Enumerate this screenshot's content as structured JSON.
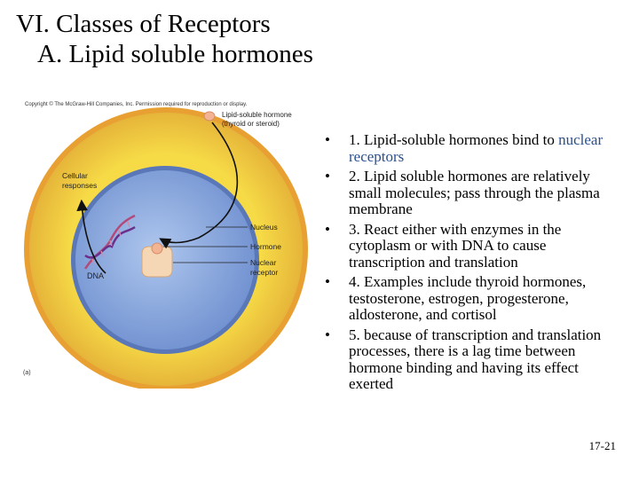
{
  "title": {
    "line1": "VI.  Classes of Receptors",
    "line2": "A.  Lipid soluble hormones"
  },
  "figure": {
    "copyright": "Copyright © The McGraw-Hill Companies, Inc. Permission required for reproduction or display.",
    "hormone_label_1": "Lipid-soluble hormone",
    "hormone_label_2": "(thyroid or steroid)",
    "cellular_1": "Cellular",
    "cellular_2": "responses",
    "nucleus": "Nucleus",
    "hormone": "Hormone",
    "nuclear_1": "Nuclear",
    "nuclear_2": "receptor",
    "dna": "DNA",
    "panel": "(a)"
  },
  "bullets": [
    {
      "text": "1.  Lipid-soluble hormones bind to ",
      "highlight": "nuclear receptors"
    },
    {
      "text": "2.  Lipid soluble hormones are relatively small molecules; pass through the plasma membrane",
      "highlight": ""
    },
    {
      "text": "3.  React either with enzymes in the cytoplasm or with DNA to cause transcription and translation",
      "highlight": ""
    },
    {
      "text": "4.  Examples include thyroid hormones,  testosterone, estrogen, progesterone, aldosterone, and cortisol",
      "highlight": ""
    },
    {
      "text": "5.  because of transcription and translation processes, there is a lag time between hormone binding and having its effect exerted",
      "highlight": ""
    }
  ],
  "slide_number": "17-21",
  "colors": {
    "cytoplasm": "#f2d23a",
    "membrane": "#e8a032",
    "nucleus": "#7e9fd6",
    "nucleus_inner": "#9ab8e8",
    "hormone": "#f3b493",
    "receptor": "#f5d7b5",
    "dna": "#b34a7a",
    "highlight_text": "#2a4f8f"
  }
}
